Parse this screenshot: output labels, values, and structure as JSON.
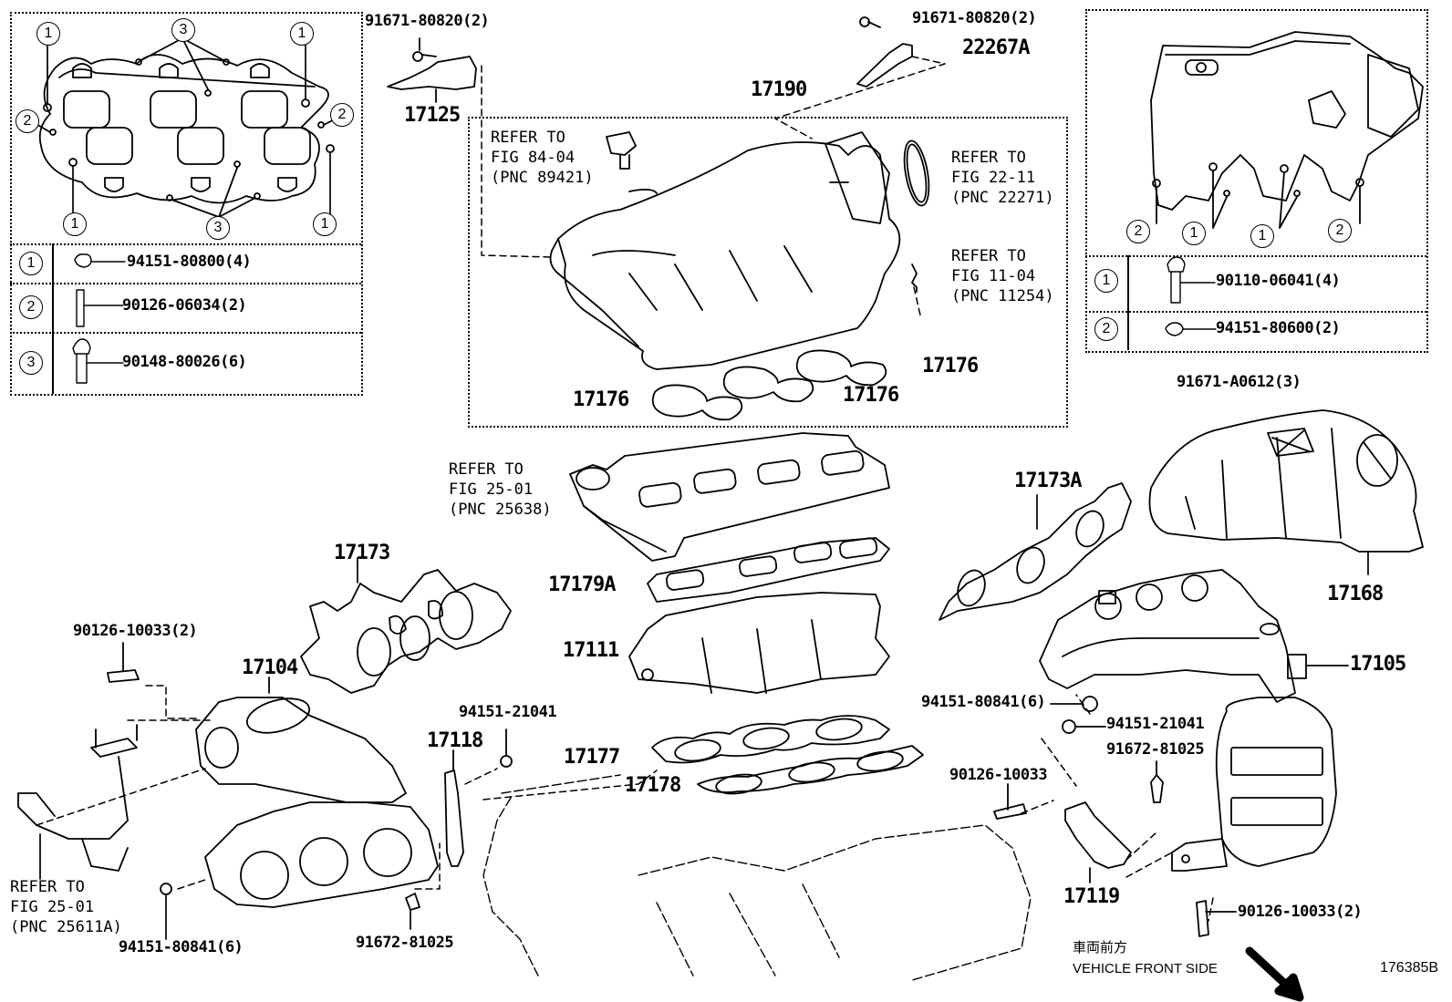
{
  "figure_id": "176385B",
  "vehicle_front": {
    "jp": "車両前方",
    "en": "VEHICLE FRONT SIDE"
  },
  "inset_left": {
    "markers": [
      "1",
      "3",
      "1",
      "2",
      "2",
      "1",
      "3",
      "1"
    ],
    "legend": [
      {
        "ref": "1",
        "icon": "flange-nut-icon",
        "part": "94151-80800(4)"
      },
      {
        "ref": "2",
        "icon": "stud-bolt-icon",
        "part": "90126-06034(2)"
      },
      {
        "ref": "3",
        "icon": "washer-bolt-icon",
        "part": "90148-80026(6)"
      }
    ]
  },
  "inset_right": {
    "markers": [
      "2",
      "1",
      "1",
      "2"
    ],
    "legend": [
      {
        "ref": "1",
        "icon": "flange-bolt-icon",
        "part": "90110-06041(4)"
      },
      {
        "ref": "2",
        "icon": "flange-nut-icon",
        "part": "94151-80600(2)"
      }
    ]
  },
  "parts": {
    "p91671_80820_a": "91671-80820(2)",
    "p17125": "17125",
    "p91671_80820_b": "91671-80820(2)",
    "p22267A": "22267A",
    "p17190": "17190",
    "p17176_a": "17176",
    "p17176_b": "17176",
    "p17176_c": "17176",
    "p91671_A0612": "91671-A0612(3)",
    "p17173A": "17173A",
    "p17168": "17168",
    "p17179A": "17179A",
    "p17111": "17111",
    "p17173": "17173",
    "p17105": "17105",
    "p90126_10033_2a": "90126-10033(2)",
    "p17104": "17104",
    "p94151_21041_a": "94151-21041",
    "p17118": "17118",
    "p94151_80841_r": "94151-80841(6)",
    "p94151_21041_b": "94151-21041",
    "p91672_81025_r": "91672-81025",
    "p17177": "17177",
    "p17178": "17178",
    "p90126_10033": "90126-10033",
    "p17119": "17119",
    "p90126_10033_2b": "90126-10033(2)",
    "p94151_80841_l": "94151-80841(6)",
    "p91672_81025_l": "91672-81025"
  },
  "references": {
    "fig84_04": "REFER TO\nFIG 84-04\n(PNC 89421)",
    "fig22_11": "REFER TO\nFIG 22-11\n(PNC 22271)",
    "fig11_04": "REFER TO\nFIG 11-04\n(PNC 11254)",
    "fig25_01_a": "REFER TO\nFIG 25-01\n(PNC 25638)",
    "fig25_01_b": "REFER TO\nFIG 25-01\n(PNC 25611A)"
  }
}
